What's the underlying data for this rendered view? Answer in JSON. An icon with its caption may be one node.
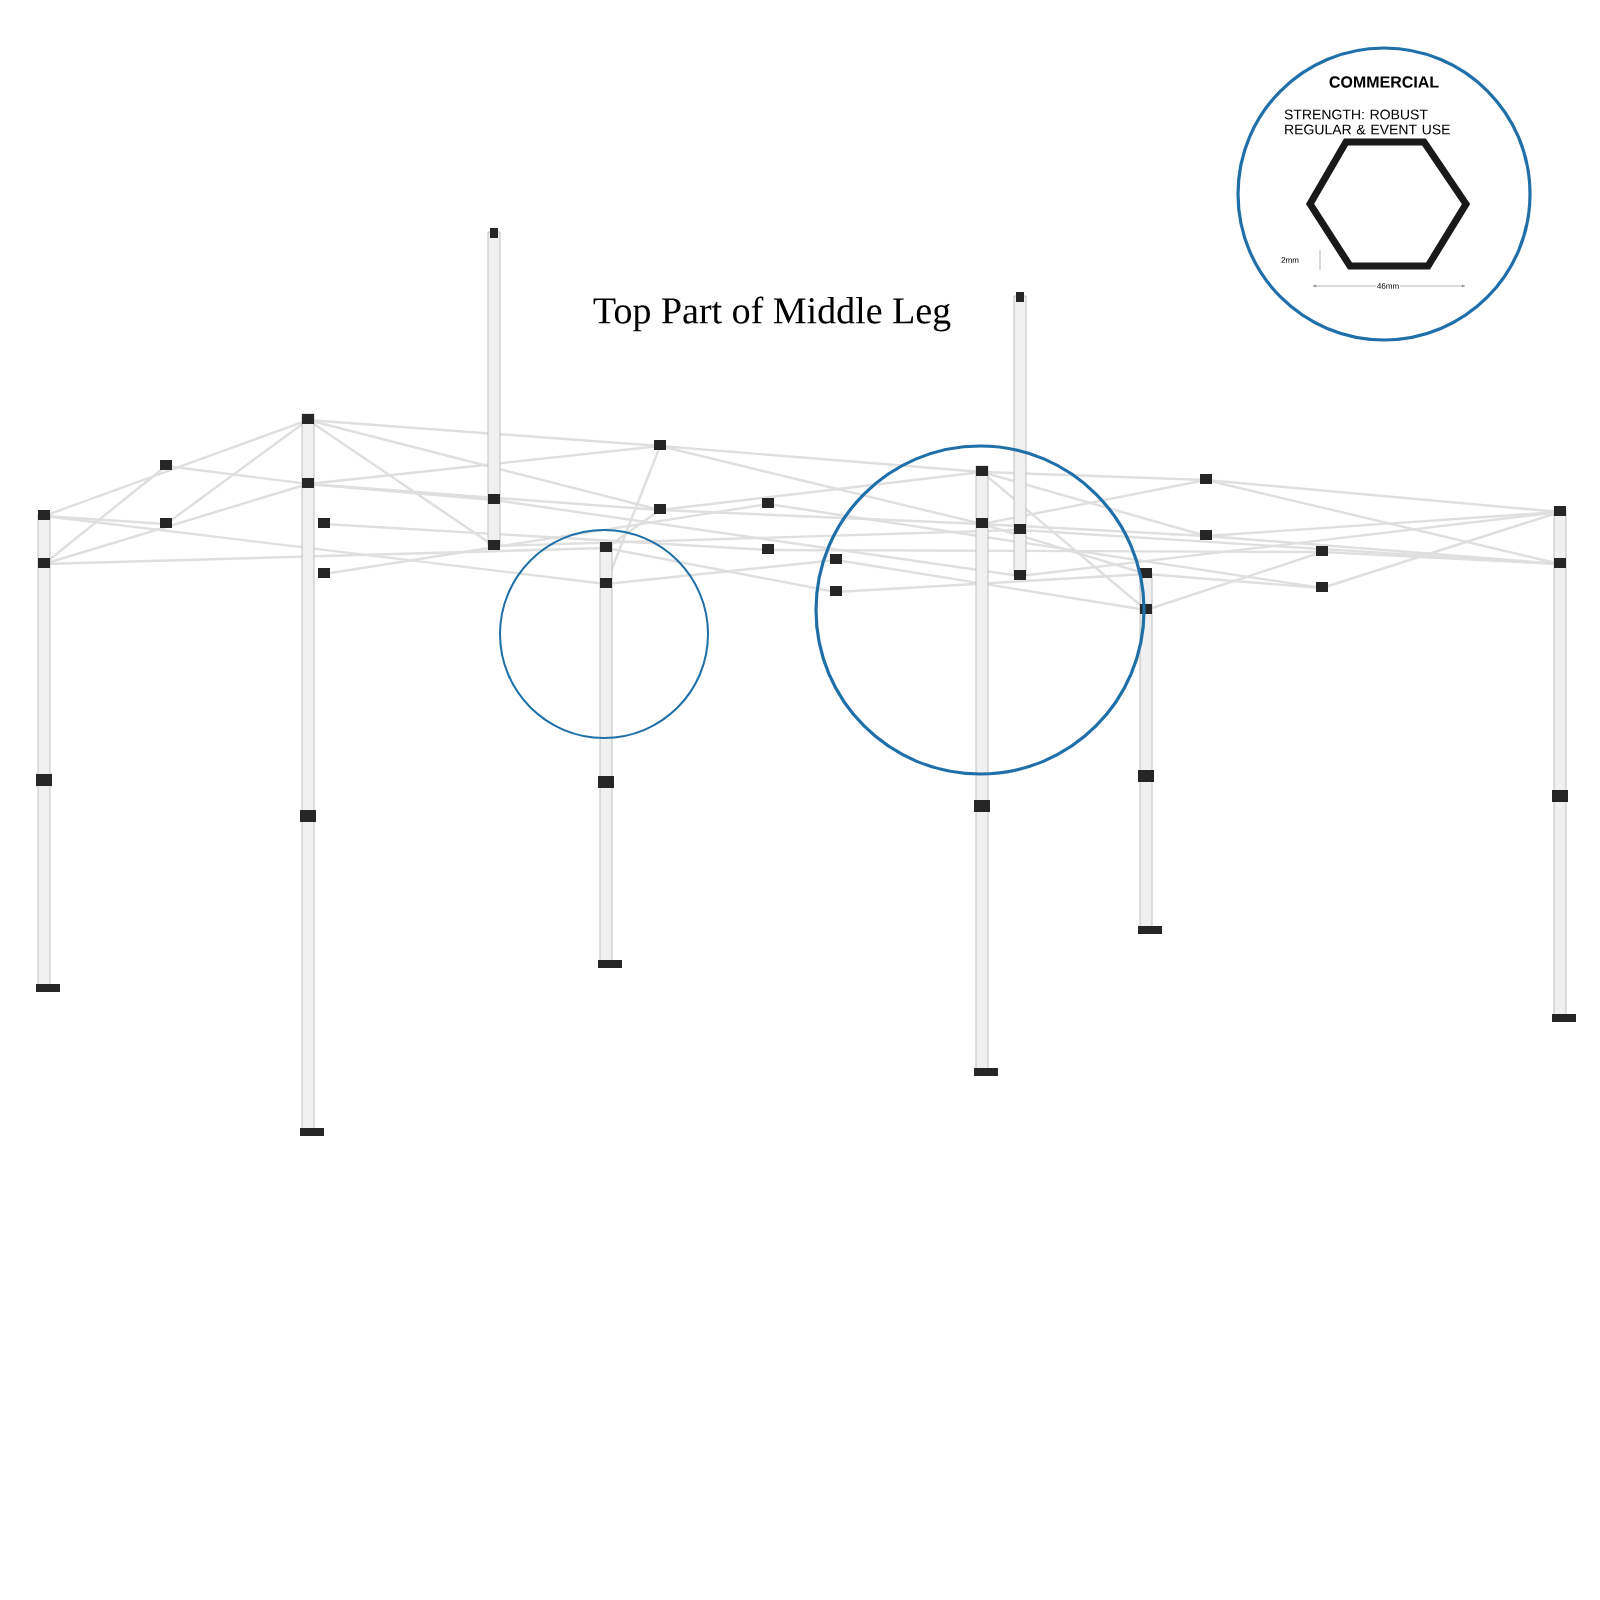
{
  "diagram": {
    "title": "Top Part of Middle Leg",
    "nodes": [
      {
        "text": [
          "COMMERCIAL",
          "STRENGTH: ROBUST REGULAR & EVENT USE"
        ]
      },
      {
        "text": [],
        "shape": "circle"
      },
      {
        "text": [],
        "shape": "circle"
      }
    ],
    "labels": [
      "2mm",
      "46mm"
    ]
  }
}
